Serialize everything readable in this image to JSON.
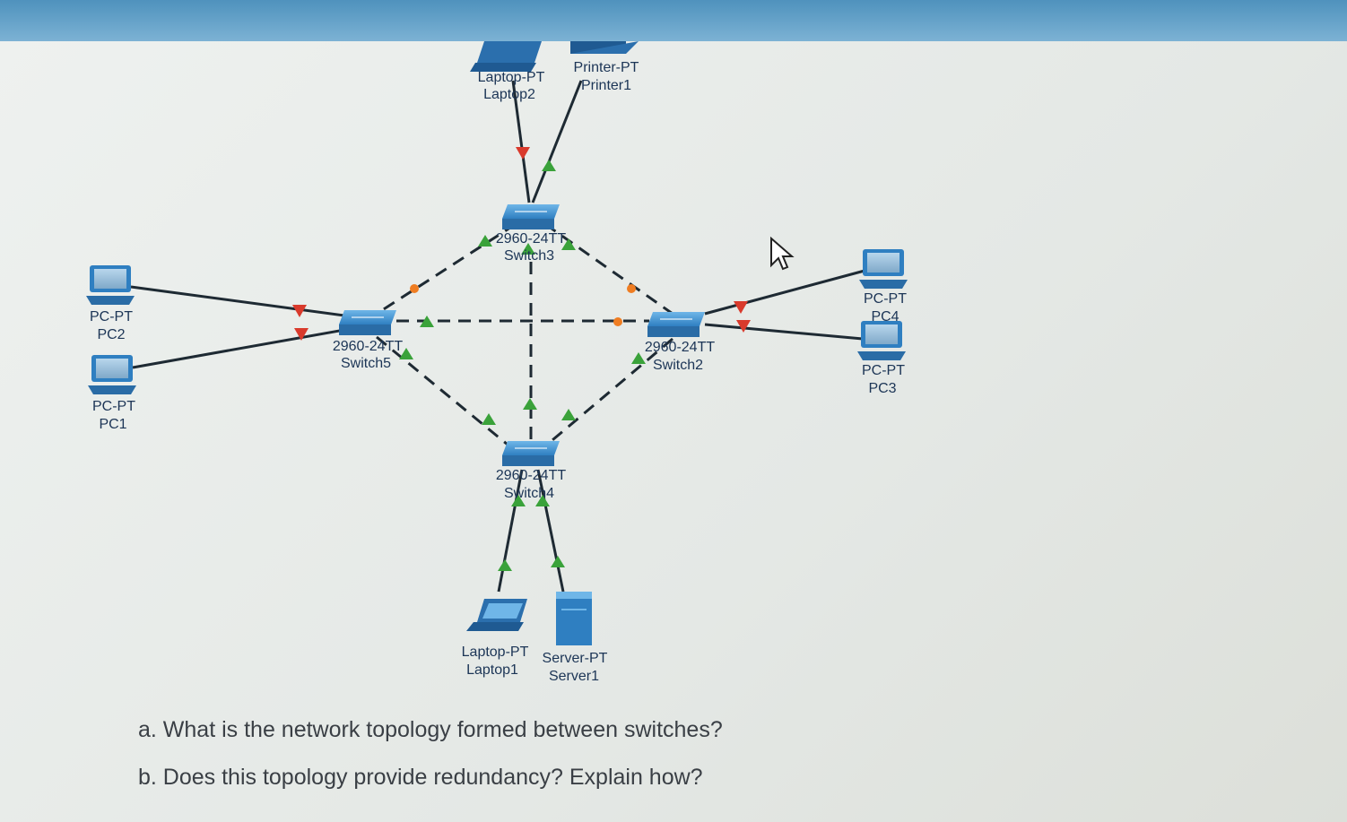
{
  "devices": {
    "laptop2": {
      "model": "Laptop-PT",
      "name": "Laptop2"
    },
    "printer1": {
      "model": "Printer-PT",
      "name": "Printer1"
    },
    "switch3": {
      "model": "2960-24TT",
      "name": "Switch3"
    },
    "switch5": {
      "model": "2960-24TT",
      "name": "Switch5"
    },
    "switch2": {
      "model": "2960-24TT",
      "name": "Switch2"
    },
    "switch4": {
      "model": "2960-24TT",
      "name": "Switch4"
    },
    "pc2": {
      "model": "PC-PT",
      "name": "PC2"
    },
    "pc1": {
      "model": "PC-PT",
      "name": "PC1"
    },
    "pc4": {
      "model": "PC-PT",
      "name": "PC4"
    },
    "pc3": {
      "model": "PC-PT",
      "name": "PC3"
    },
    "laptop1": {
      "model": "Laptop-PT",
      "name": "Laptop1"
    },
    "server1": {
      "model": "Server-PT",
      "name": "Server1"
    }
  },
  "colors": {
    "link_up": "#3aa23a",
    "link_down": "#d93a2c",
    "link_blocking": "#ef7d22",
    "device_blue": "#2f7fc1"
  },
  "questions": {
    "a": "a. What is the network topology formed between switches?",
    "b": "b. Does this topology provide redundancy? Explain how?"
  }
}
